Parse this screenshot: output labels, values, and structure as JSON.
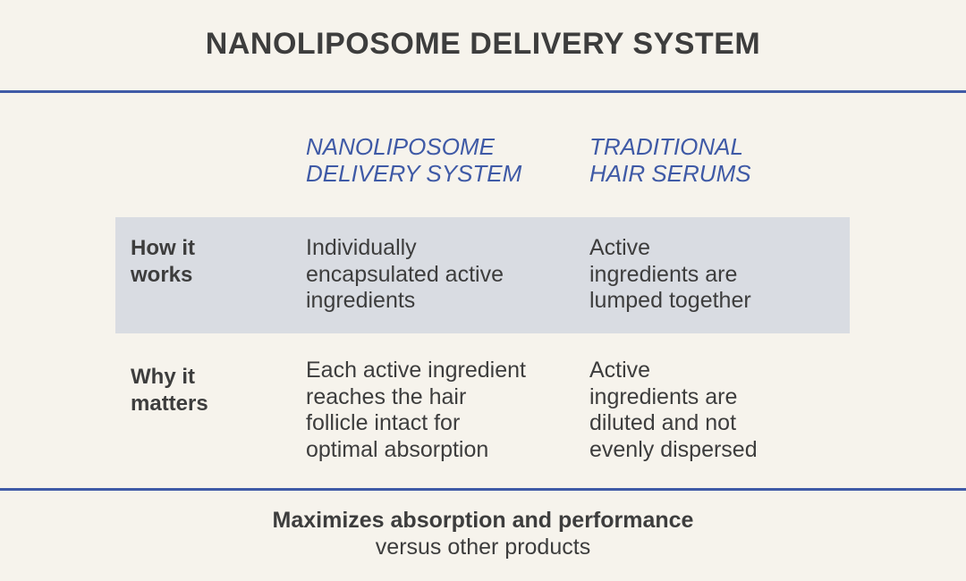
{
  "title": "NANOLIPOSOME DELIVERY SYSTEM",
  "columns": {
    "nano": {
      "line1": "NANOLIPOSOME",
      "line2": "DELIVERY SYSTEM"
    },
    "traditional": {
      "line1": "TRADITIONAL",
      "line2": "HAIR SERUMS"
    }
  },
  "rows": [
    {
      "label": {
        "line1": "How it",
        "line2": "works"
      },
      "nano": [
        "Individually",
        "encapsulated active",
        "ingredients"
      ],
      "traditional": [
        "Active",
        "ingredients are",
        "lumped together"
      ]
    },
    {
      "label": {
        "line1": "Why it",
        "line2": "matters"
      },
      "nano": [
        "Each active ingredient",
        "reaches the hair",
        "follicle intact for",
        "optimal absorption"
      ],
      "traditional": [
        "Active",
        "ingredients are",
        "diluted and not",
        "evenly dispersed"
      ]
    }
  ],
  "footer": {
    "headline": "Maximizes absorption and performance",
    "subline": "versus other products"
  },
  "colors": {
    "background": "#f6f3ec",
    "accent": "#3f5aa6",
    "row_highlight": "#d9dce2",
    "text": "#3d3d3d"
  }
}
